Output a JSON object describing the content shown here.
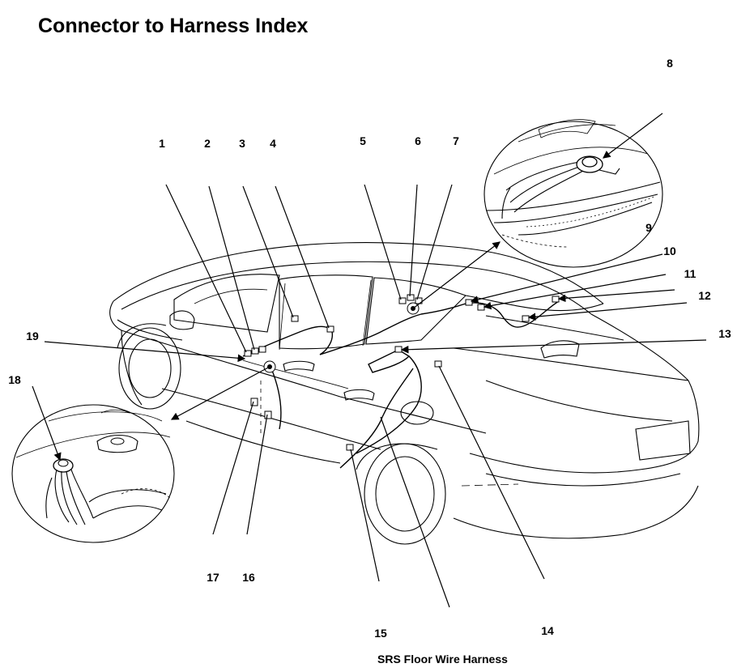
{
  "title": "Connector to Harness Index",
  "caption": "SRS Floor Wire Harness",
  "callouts": [
    "1",
    "2",
    "3",
    "4",
    "5",
    "6",
    "7",
    "8",
    "9",
    "10",
    "11",
    "12",
    "13",
    "14",
    "15",
    "16",
    "17",
    "18",
    "19"
  ]
}
